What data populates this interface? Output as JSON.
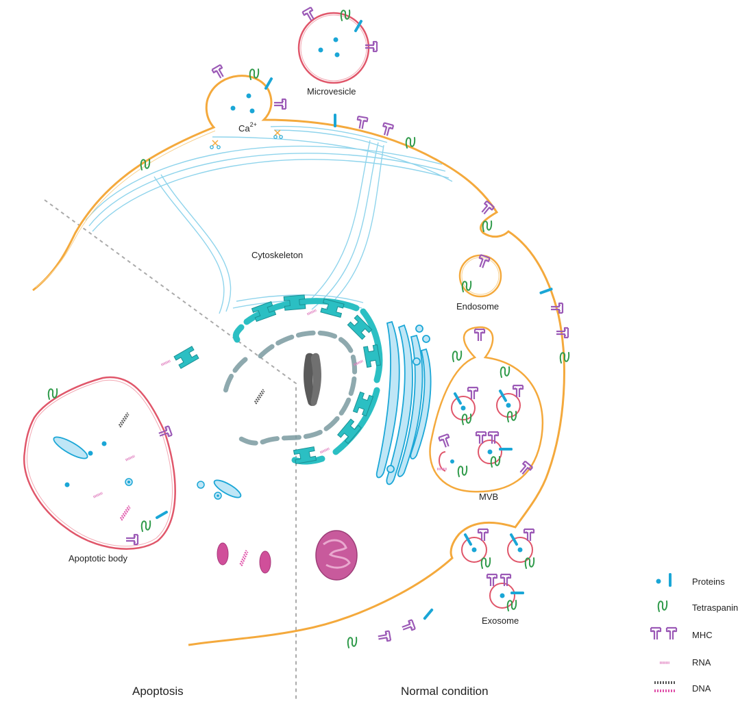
{
  "labels": {
    "microvesicle": "Microvesicle",
    "calcium": "Ca",
    "calcium_charge": "2+",
    "cytoskeleton": "Cytoskeleton",
    "endosome": "Endosome",
    "mvb": "MVB",
    "exosome": "Exosome",
    "apoptotic_body": "Apoptotic body"
  },
  "sections": {
    "left": "Apoptosis",
    "right": "Normal condition"
  },
  "legend": [
    {
      "label": "Proteins",
      "icon": "protein-icon"
    },
    {
      "label": "Tetraspanin",
      "icon": "tetraspanin-icon"
    },
    {
      "label": "MHC",
      "icon": "mhc-icon"
    },
    {
      "label": "RNA",
      "icon": "rna-icon"
    },
    {
      "label": "DNA",
      "icon": "dna-icon"
    }
  ],
  "colors": {
    "membrane": "#f4a93c",
    "vesicle_membrane": "#e0566a",
    "cytoskeleton": "#8fd4ec",
    "er": "#2bbfc3",
    "golgi": "#5cbfe6",
    "protein": "#1aa6d6",
    "tetraspanin": "#2f9a4a",
    "mhc": "#9b59b6",
    "rna": "#e07fbf",
    "dna_dark": "#555555",
    "dna_pink": "#e04fa8",
    "chromosome": "#5a5a5a",
    "mitochondrion": "#c85a9c"
  }
}
